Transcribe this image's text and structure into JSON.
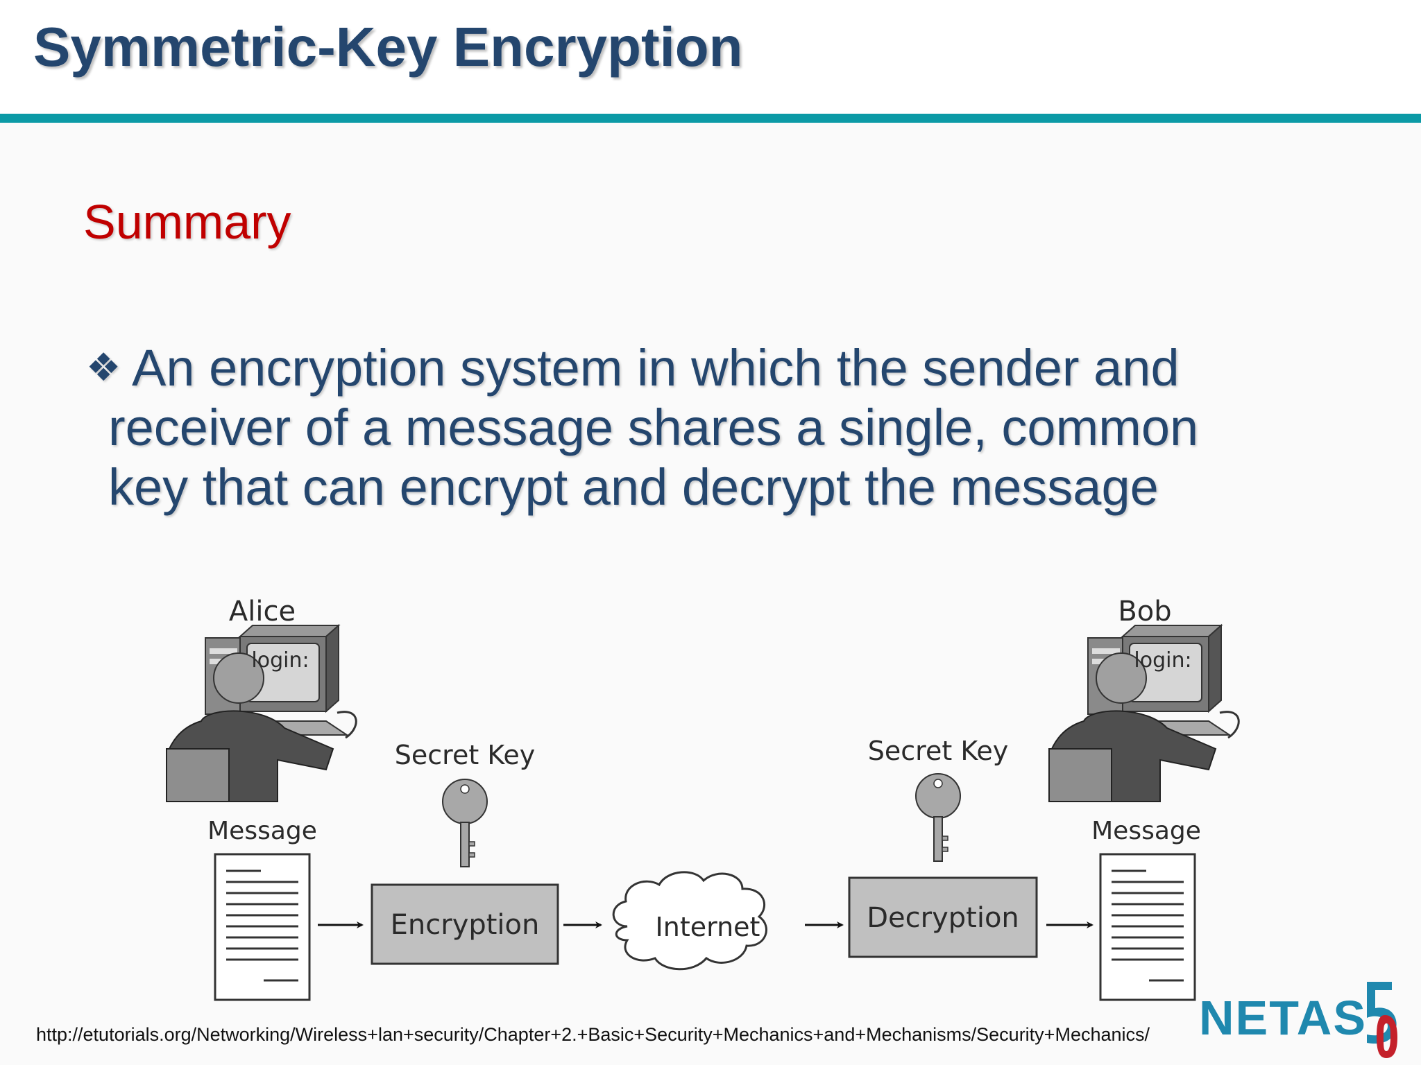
{
  "slide": {
    "title": "Symmetric-Key Encryption",
    "subtitle": "Summary",
    "bullet": {
      "glyph": "❖",
      "lines": [
        "An encryption system in which the sender and",
        "receiver of a message shares a single, common",
        "key that can encrypt and decrypt the message"
      ]
    },
    "source_url": "http://etutorials.org/Networking/Wireless+lan+security/Chapter+2.+Basic+Security+Mechanics+and+Mechanisms/Security+Mechanics/"
  },
  "diagram": {
    "sender": {
      "name": "Alice",
      "screen_text": "login:"
    },
    "receiver": {
      "name": "Bob",
      "screen_text": "login:"
    },
    "message_left": "Message",
    "message_right": "Message",
    "key_left": "Secret Key",
    "key_right": "Secret Key",
    "encryption": "Encryption",
    "internet": "Internet",
    "decryption": "Decryption"
  },
  "logo": {
    "text": "NETAS",
    "number": "50"
  },
  "colors": {
    "title": "#24466e",
    "accent_rule": "#0b9aa6",
    "subtitle": "#c00000",
    "logo_blue": "#1f88ae",
    "logo_red": "#c4202a"
  }
}
